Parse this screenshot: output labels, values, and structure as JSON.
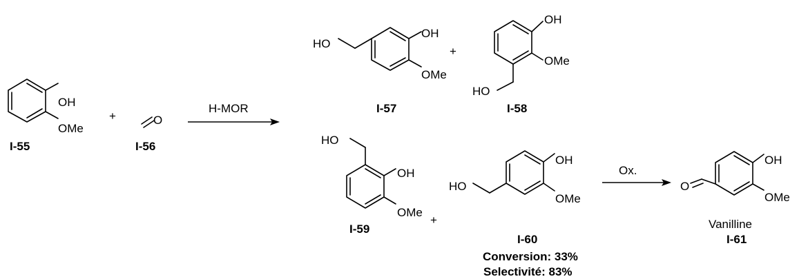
{
  "reagents": {
    "step1": "H-MOR",
    "step2": "Ox."
  },
  "plus": "+",
  "groups": {
    "OH": "OH",
    "OMe": "OMe",
    "HO": "HO",
    "O": "O"
  },
  "compounds": {
    "guaiacol": {
      "id": "I-55"
    },
    "formaldehyde": {
      "id": "I-56"
    },
    "p57": {
      "id": "I-57"
    },
    "p58": {
      "id": "I-58"
    },
    "p59": {
      "id": "I-59"
    },
    "p60": {
      "id": "I-60",
      "conversion": "Conversion: 33%",
      "selectivity": "Selectivité: 83%"
    },
    "vanillin": {
      "id": "I-61",
      "name": "Vanilline"
    }
  }
}
